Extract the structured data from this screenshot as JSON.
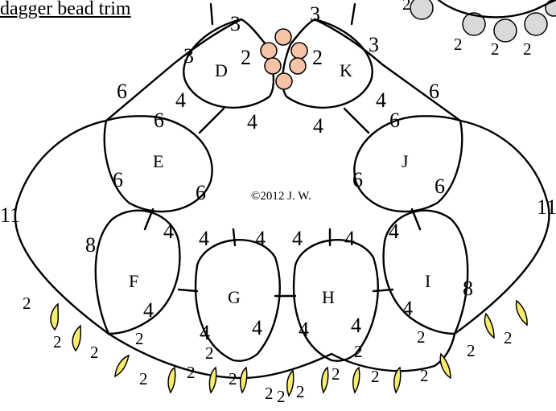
{
  "title": "dagger bead trim",
  "copyright": "©2012 J. W.",
  "rings": {
    "D": "D",
    "K": "K",
    "E": "E",
    "J": "J",
    "F": "F",
    "G": "G",
    "H": "H",
    "I": "I"
  },
  "colors": {
    "line": "#000000",
    "center_beads": "#f7c3a7",
    "dagger_beads": "#f7ec6e",
    "corner_beads": "#d9d9d9"
  },
  "counts": {
    "c3": "3",
    "c6": "6",
    "c4": "4",
    "c11": "11",
    "c8": "8",
    "c2": "2"
  }
}
